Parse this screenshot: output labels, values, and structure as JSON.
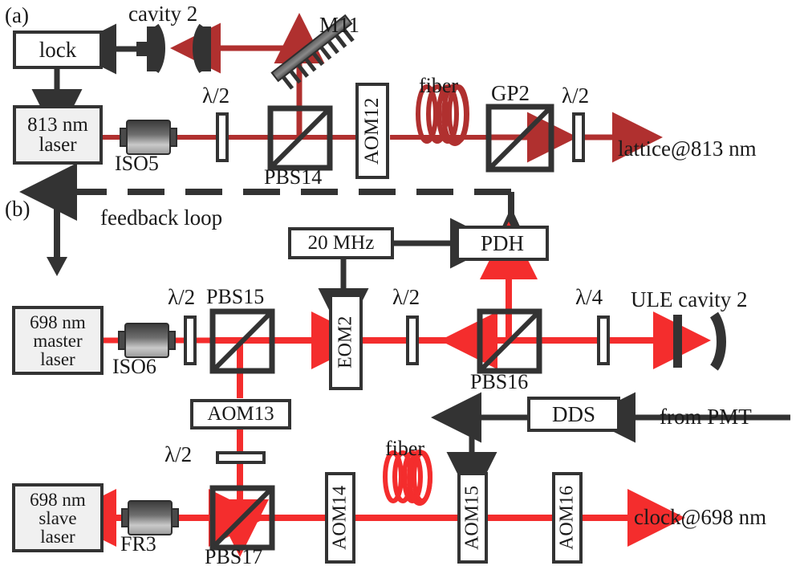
{
  "figure": {
    "type": "optical-setup-diagram",
    "panels": [
      {
        "tag": "(a)",
        "id": "panel-a",
        "description": "813 nm lattice laser with cavity lock"
      },
      {
        "tag": "(b)",
        "id": "panel-b",
        "description": "698 nm clock laser with ULE cavity and PDH lock"
      }
    ]
  },
  "colors": {
    "beam_a": "#b0302f",
    "beam_b": "#f42d2d",
    "line": "#333333",
    "box_fill": "#f0f0f0",
    "text": "#1a1a1a"
  },
  "panel_a": {
    "tag": "(a)",
    "cavity_label": "cavity 2",
    "mirror_label": "M11",
    "lock_label": "lock",
    "laser_line1": "813 nm",
    "laser_line2": "laser",
    "isolator_label": "ISO5",
    "hwp1_label": "λ/2",
    "pbs_label": "PBS14",
    "aom_label": "AOM12",
    "fiber_label": "fiber",
    "gp_label": "GP2",
    "hwp2_label": "λ/2",
    "output_label": "lattice@813 nm"
  },
  "panel_b": {
    "tag": "(b)",
    "feedback_label": "feedback loop",
    "rf_source_label": "20 MHz",
    "pdh_label": "PDH",
    "master_line1": "698 nm",
    "master_line2": "master",
    "master_line3": "laser",
    "isolator_label": "ISO6",
    "hwp1_label": "λ/2",
    "pbs15_label": "PBS15",
    "eom_label": "EOM2",
    "hwp2_label": "λ/2",
    "pbs16_label": "PBS16",
    "qwp_label": "λ/4",
    "ule_label": "ULE cavity 2",
    "aom13_label": "AOM13",
    "hwp3_label": "λ/2",
    "dds_label": "DDS",
    "from_pmt_label": "from PMT",
    "slave_line1": "698 nm",
    "slave_line2": "slave",
    "slave_line3": "laser",
    "faraday_label": "FR3",
    "pbs17_label": "PBS17",
    "aom14_label": "AOM14",
    "fiber_label": "fiber",
    "aom15_label": "AOM15",
    "aom16_label": "AOM16",
    "output_label": "clock@698 nm"
  }
}
